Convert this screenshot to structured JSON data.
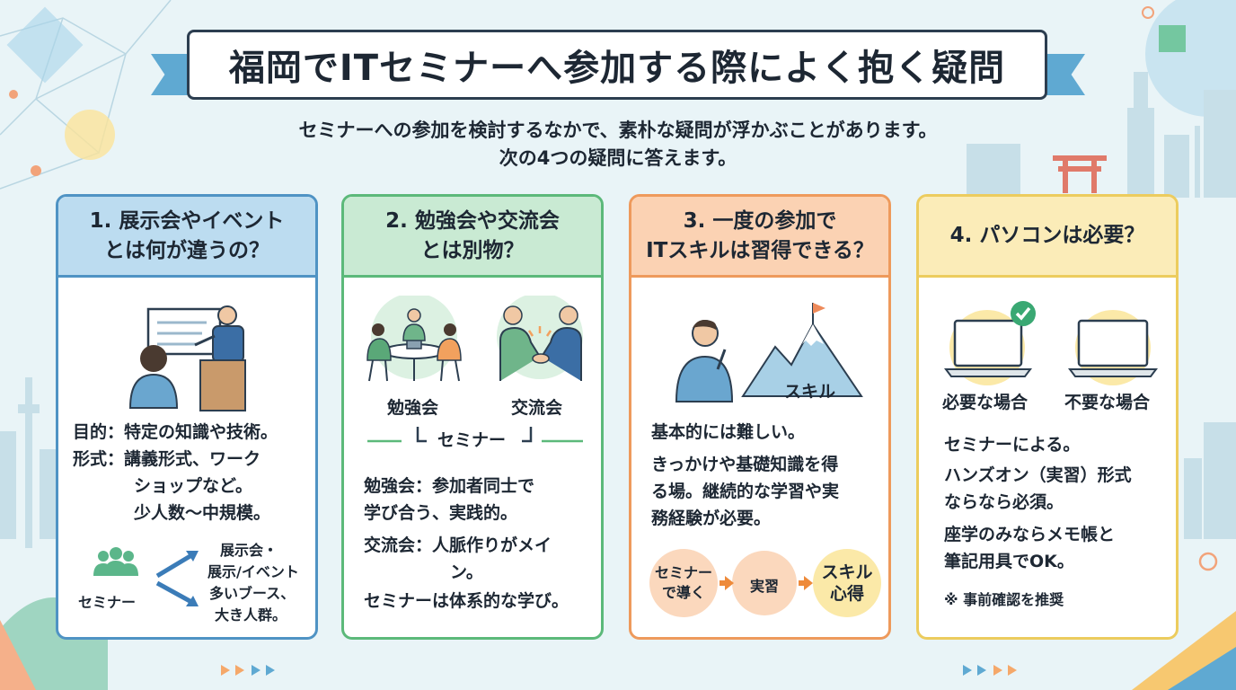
{
  "title": "福岡でITセミナーへ参加する際によく抱く疑問",
  "subtitle": {
    "line1": "セミナーへの参加を検討するなかで、素朴な疑問が浮かぶことがあります。",
    "line2": "次の4つの疑問に答えます。"
  },
  "cards": [
    {
      "heading": [
        "1. 展示会やイベント",
        "とは何が違うの？"
      ],
      "lines": [
        "目的：特定の知識や技術。",
        "形式：講義形式、ワーク",
        "ショップなど。",
        "少人数〜中規模。"
      ],
      "diagram": {
        "from": "セミナー",
        "to": [
          "展示会・",
          "展示/イベント",
          "多いブース、",
          "大き人群。"
        ]
      }
    },
    {
      "heading": [
        "2. 勉強会や交流会",
        "とは別物？"
      ],
      "labels": {
        "study": "勉強会",
        "network": "交流会",
        "seminar": "セミナー"
      },
      "lines": [
        "勉強会：参加者同士で",
        "学び合う、実践的。",
        "交流会：人脈作りがメイ",
        "ン。",
        "セミナーは体系的な学び。"
      ]
    },
    {
      "heading": [
        "3. 一度の参加で",
        "ITスキルは習得できる？"
      ],
      "skill_label": "スキル",
      "lines": [
        "基本的には難しい。",
        "きっかけや基礎知識を得",
        "る場。継続的な学習や実",
        "務経験が必要。"
      ],
      "steps": [
        [
          "セミナー",
          "で導く"
        ],
        [
          "実習"
        ],
        [
          "スキル",
          "心得"
        ]
      ]
    },
    {
      "heading": [
        "4. パソコンは必要？"
      ],
      "labels": {
        "needed": "必要な場合",
        "not_needed": "不要な場合"
      },
      "lines": [
        "セミナーによる。",
        "ハンズオン（実習）形式",
        "ならなら必須。",
        "座学のみならメモ帳と",
        "筆記用具でOK。"
      ],
      "note": "※ 事前確認を推奨"
    }
  ],
  "colors": {
    "blue": "#4f93c4",
    "green": "#5cb97a",
    "orange": "#ee9a5c",
    "yellow": "#eccc5e"
  },
  "icons": [
    "presentation-icon",
    "study-group-icon",
    "handshake-icon",
    "mountain-flag-icon",
    "laptop-check-icon",
    "laptop-icon",
    "people-group-icon"
  ]
}
